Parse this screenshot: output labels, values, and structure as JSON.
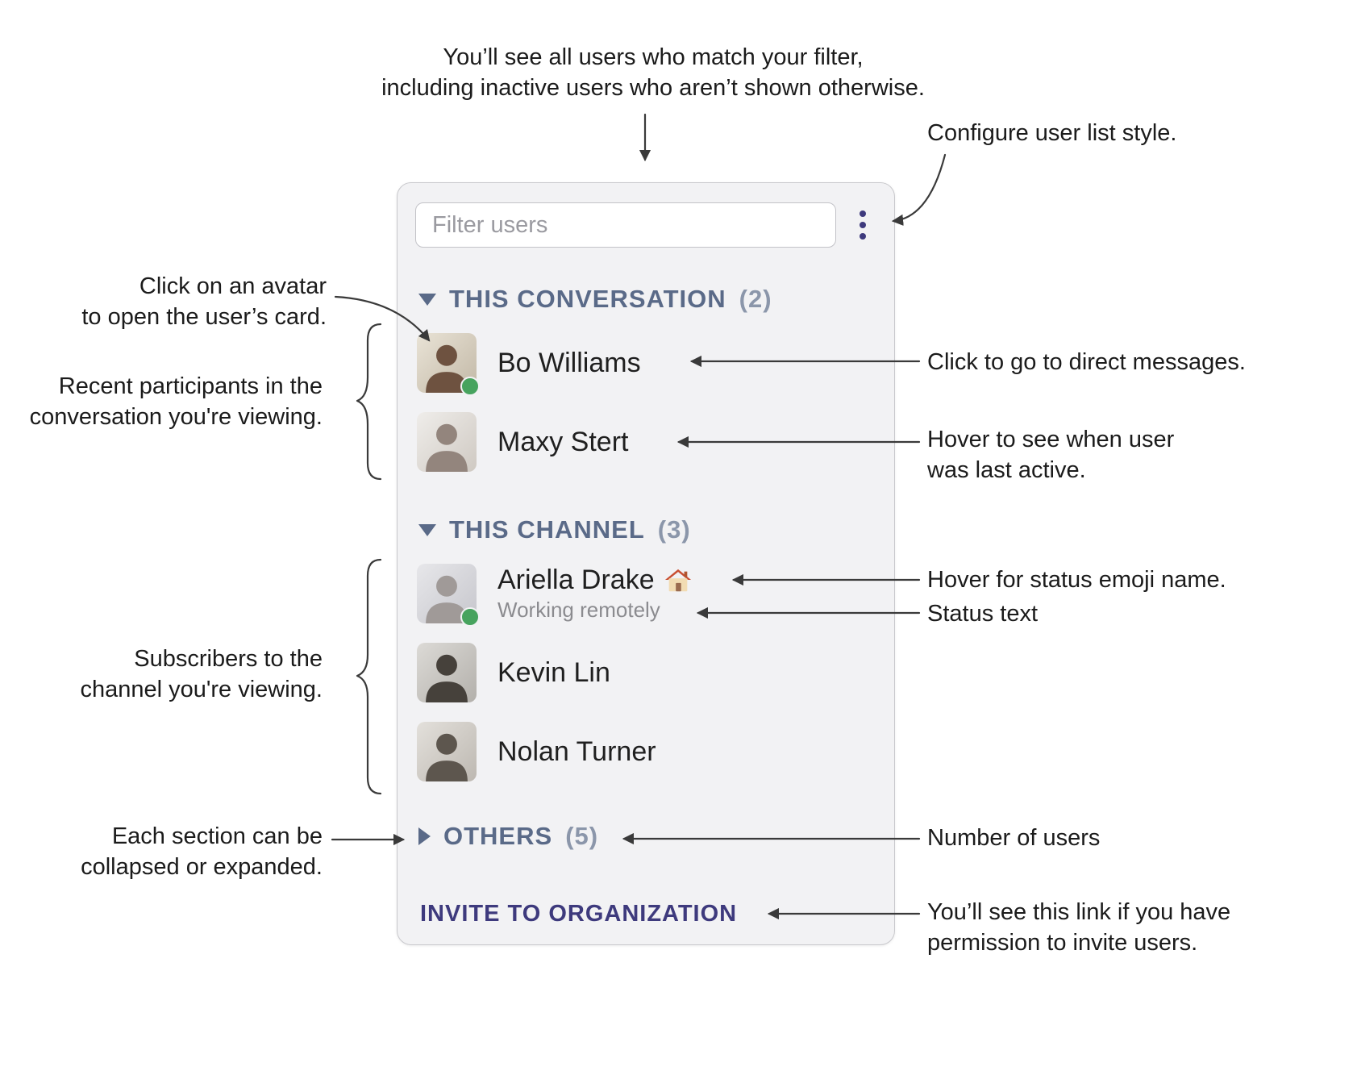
{
  "panel": {
    "filter_placeholder": "Filter users",
    "menu_icon": "kebab-menu-icon",
    "sections": [
      {
        "label": "THIS CONVERSATION",
        "count": "(2)",
        "collapsed": false,
        "users": [
          {
            "name": "Bo Williams",
            "online": true
          },
          {
            "name": "Maxy Stert",
            "online": false
          }
        ]
      },
      {
        "label": "THIS CHANNEL",
        "count": "(3)",
        "collapsed": false,
        "users": [
          {
            "name": "Ariella Drake",
            "status_emoji": "🏠",
            "status_emoji_icon": "house-icon",
            "status_text": "Working remotely",
            "online": true
          },
          {
            "name": "Kevin Lin",
            "online": false
          },
          {
            "name": "Nolan Turner",
            "online": false
          }
        ]
      },
      {
        "label": "OTHERS",
        "count": "(5)",
        "collapsed": true,
        "users": []
      }
    ],
    "invite_link": "INVITE TO ORGANIZATION"
  },
  "annotations": {
    "filter_note": "You’ll see all users who match your filter,\nincluding inactive users who aren’t shown otherwise.",
    "configure": "Configure user list style.",
    "avatar_click": "Click on an avatar\nto open the user’s card.",
    "recent_participants": "Recent participants in the\nconversation you're viewing.",
    "direct_messages": "Click to go to direct messages.",
    "last_active": "Hover to see when user\nwas last active.",
    "status_emoji": "Hover for status emoji name.",
    "status_text": "Status text",
    "subscribers": "Subscribers to the\nchannel you're viewing.",
    "collapse": "Each section can be\ncollapsed or expanded.",
    "number_of_users": "Number of users",
    "invite_permission": "You’ll see this link if you have\npermission to invite users."
  },
  "colors": {
    "accent": "#3e3a7d",
    "presence_online": "#47a35e",
    "section_header": "#5a6a88",
    "panel_background": "#f2f2f4",
    "connector": "#3a3a3a"
  }
}
